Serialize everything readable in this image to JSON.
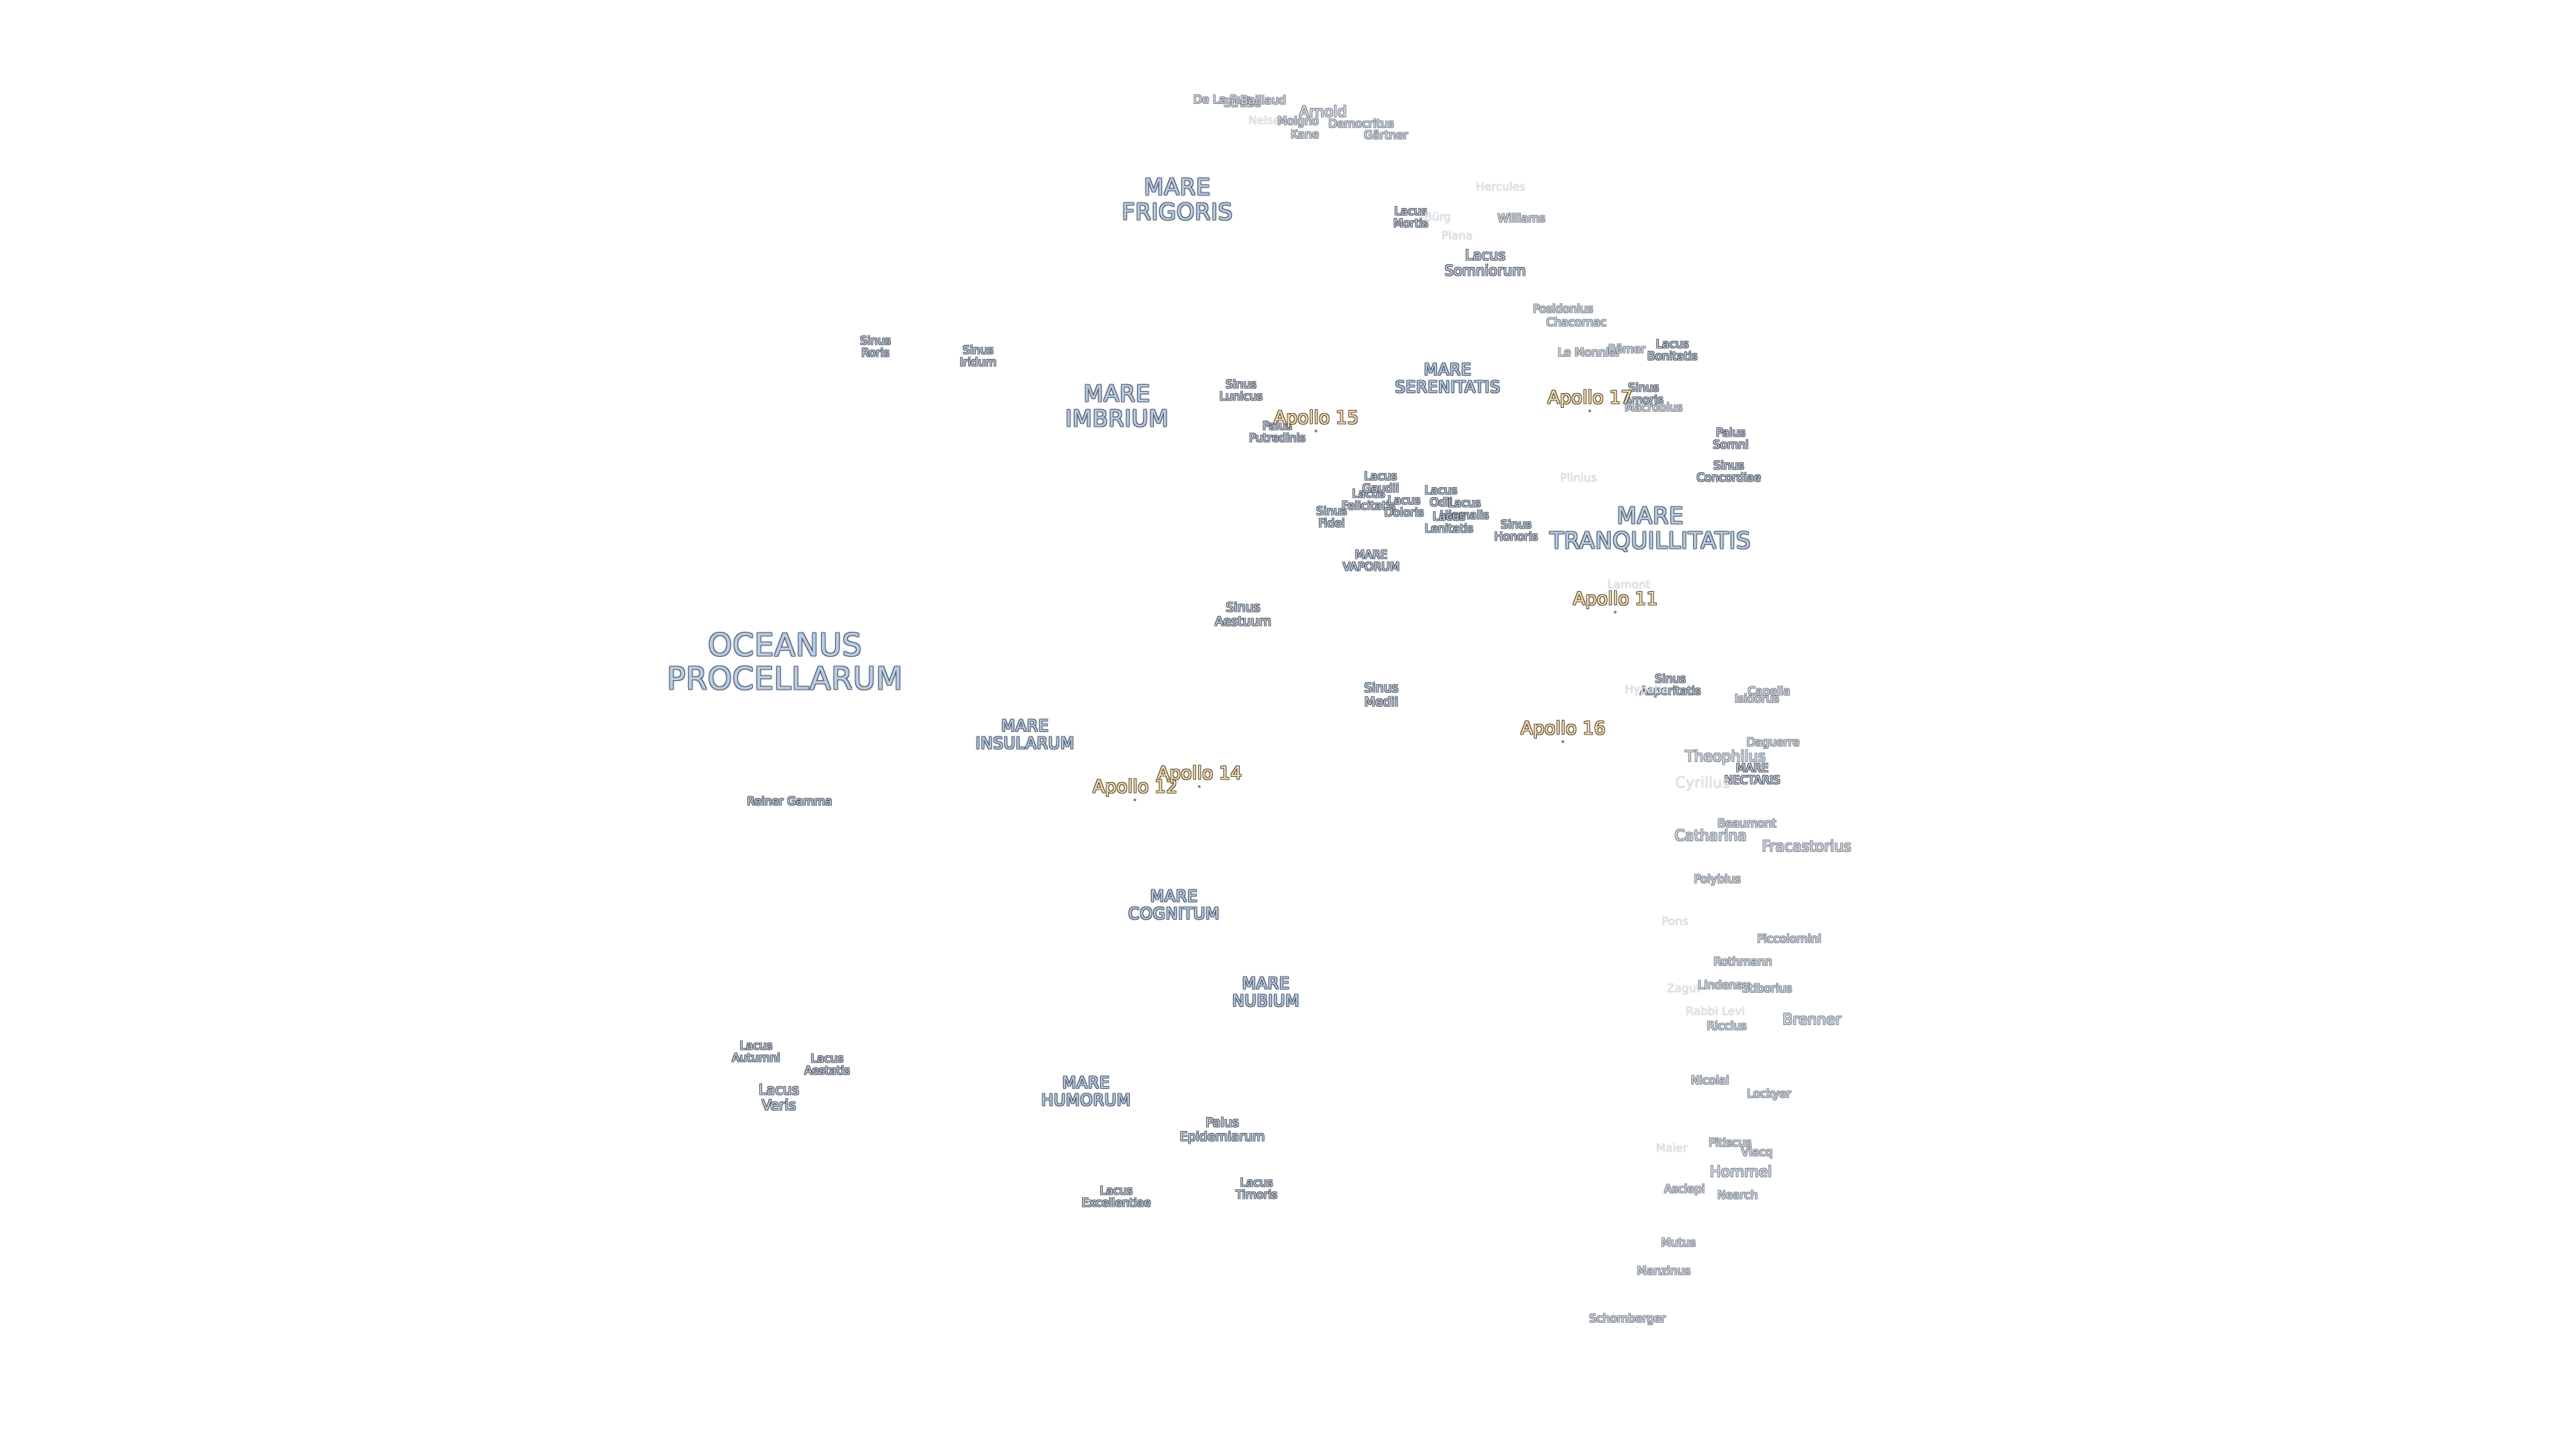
{
  "map": {
    "maria": {
      "oceanus_procellarum": "OCEANUS\nPROCELLARUM",
      "mare_frigoris": "MARE\nFRIGORIS",
      "mare_imbrium": "MARE\nIMBRIUM",
      "mare_serenitatis": "MARE\nSERENITATIS",
      "mare_tranquillitatis": "MARE\nTRANQUILLITATIS",
      "mare_insularum": "MARE\nINSULARUM",
      "mare_cognitum": "MARE\nCOGNITUM",
      "mare_nubium": "MARE\nNUBIUM",
      "mare_humorum": "MARE\nHUMORUM",
      "mare_vaporum": "MARE\nVAPORUM",
      "mare_nectaris": "MARE\nNECTARIS"
    },
    "features": {
      "sinus_roris": "Sinus\nRoris",
      "sinus_iridum": "Sinus\nIridum",
      "sinus_lunicus": "Sinus\nLunicus",
      "palus_putredinis": "Palus\nPutredinis",
      "sinus_aestuum": "Sinus\nAestuum",
      "sinus_medii": "Sinus\nMedii",
      "sinus_fidei": "Sinus\nFidei",
      "sinus_honoris": "Sinus\nHonoris",
      "sinus_amoris": "Sinus\nAmoris",
      "sinus_asperitatis": "Sinus\nAsperitatis",
      "sinus_concordiae": "Sinus\nConcordiae",
      "palus_somni": "Palus\nSomni",
      "lacus_mortis": "Lacus\nMortis",
      "lacus_somniorum": "Lacus\nSomniorum",
      "lacus_bonitatis": "Lacus\nBonitatis",
      "lacus_felicitatis": "Lacus\nFelicitatis",
      "lacus_doloris": "Lacus\nDoloris",
      "lacus_gaudii": "Lacus\nGaudii",
      "lacus_odii": "Lacus\nOdii",
      "lacus_hiemalis": "Lacus\nHiemalis",
      "lacus_lenitatis": "Lacus\nLenitatis",
      "lacus_autumni": "Lacus\nAutumni",
      "lacus_aestatis": "Lacus\nAestatis",
      "lacus_veris": "Lacus\nVeris",
      "palus_epidemiarum": "Palus\nEpidemiarum",
      "lacus_excellentiae": "Lacus\nExcellentiae",
      "lacus_timoris": "Lacus\nTimoris",
      "reiner_gamma": "Reiner Gamma"
    },
    "craters": {
      "de_la_rue": "De La Rue",
      "strabo": "Strabo",
      "baillaud": "Baillaud",
      "arnold": "Arnold",
      "nelsen": "Nelsen",
      "moigno": "Moigno",
      "democritus": "Democritus",
      "kane": "Kane",
      "gartner": "Gärtner",
      "hercules": "Hercules",
      "burg": "Bürg",
      "williams": "Williams",
      "plana": "Plana",
      "posidonius": "Posidonius",
      "chacornac": "Chacornac",
      "la_monnier": "Le Monnier",
      "romer": "Römer",
      "macrobius": "Macrobius",
      "plinius": "Plinius",
      "lamont": "Lamont",
      "hypatia": "Hypatia",
      "capella": "Capella",
      "isidorus": "Isidorus",
      "daguerre": "Daguerre",
      "theophilus": "Theophilus",
      "cyrillus": "Cyrillus",
      "beaumont": "Beaumont",
      "catharina": "Catharina",
      "fracastorius": "Fracastorius",
      "polybius": "Polybius",
      "pons": "Pons",
      "piccolomini": "Piccolomini",
      "rothmann": "Rothmann",
      "zagut": "Zagut",
      "lindenau": "Lindenau",
      "stiborius": "Stiborius",
      "rabbi_levi": "Rabbi Levi",
      "riccius": "Riccius",
      "brenner": "Brenner",
      "nicolai": "Nicolai",
      "lockyer": "Lockyer",
      "maier": "Maier",
      "pitiscus": "Pitiscus",
      "vlacq": "Vlacq",
      "hommel": "Hommel",
      "asclepi": "Asclepi",
      "nearch": "Nearch",
      "mutus": "Mutus",
      "manzinus": "Manzinus",
      "schomberger": "Schomberger"
    },
    "apollo": {
      "apollo_11": "Apollo 11",
      "apollo_12": "Apollo 12",
      "apollo_14": "Apollo 14",
      "apollo_15": "Apollo 15",
      "apollo_16": "Apollo 16",
      "apollo_17": "Apollo 17"
    }
  }
}
